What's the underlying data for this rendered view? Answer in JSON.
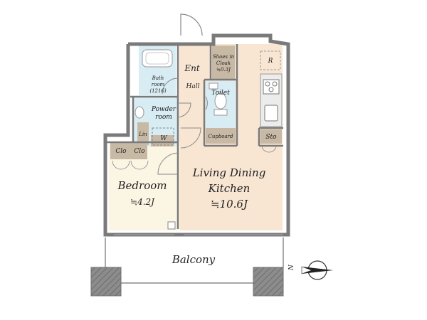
{
  "rooms": {
    "ent": "Ent",
    "shoes_line1": "Shoes in",
    "shoes_line2": "Cloak",
    "shoes_line3": "≒0.3J",
    "refrigerator": "R",
    "bath_line1": "Bath",
    "bath_line2": "room",
    "bath_line3": "(1216)",
    "hall": "Hall",
    "toilet": "Toilet",
    "powder_line1": "Powder",
    "powder_line2": "room",
    "linen": "Lin",
    "washer": "W",
    "cupboard": "Cupboard",
    "storage": "Sto",
    "closet_1": "Clo",
    "closet_2": "Clo",
    "ldk_line1": "Living Dining",
    "ldk_line2": "Kitchen",
    "ldk_area": "≒10.6J",
    "bedroom": "Bedroom",
    "bedroom_area": "≒4.2J",
    "balcony": "Balcony"
  },
  "compass": {
    "north_label": "N"
  },
  "colors": {
    "ldk_floor": "#f8e6d3",
    "bedroom_floor": "#fbf5e4",
    "wet_floor": "#d7ecf3",
    "storage_fill": "#c8b9a4",
    "wall": "#7a7a7a",
    "column": "#8a8a8a"
  }
}
